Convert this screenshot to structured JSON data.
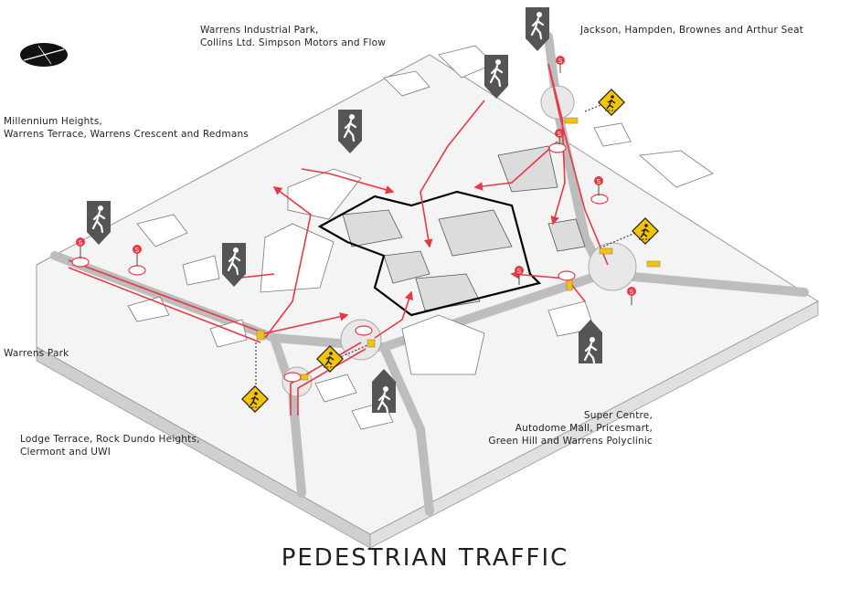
{
  "title": "PEDESTRIAN TRAFFIC",
  "labels": {
    "warrens_industrial": "Warrens Industrial Park,\nCollins Ltd. Simpson Motors and Flow",
    "jackson": "Jackson, Hampden, Brownes and Arthur Seat",
    "millennium": "Millennium Heights,\nWarrens Terrace, Warrens Crescent and Redmans",
    "warrens_park": "Warrens Park",
    "lodge_terrace": "Lodge Terrace, Rock Dundo Heights,\nClermont and UWI",
    "super_centre": "Super Centre,\nAutodome Mall, Pricesmart,\nGreen Hill and Warrens Polyclinic"
  },
  "bus_stop_letter": "S",
  "icons": {
    "pedestrian": "walking-person-icon",
    "crossing": "pedestrian-crossing-sign-icon",
    "bus_stop": "bus-stop-icon",
    "north": "north-arrow-icon"
  },
  "colors": {
    "path": "#e63946",
    "crossing_sign": "#f5c400",
    "marker": "#555555",
    "site_outline": "#000000",
    "ground": "#f4f4f4"
  }
}
